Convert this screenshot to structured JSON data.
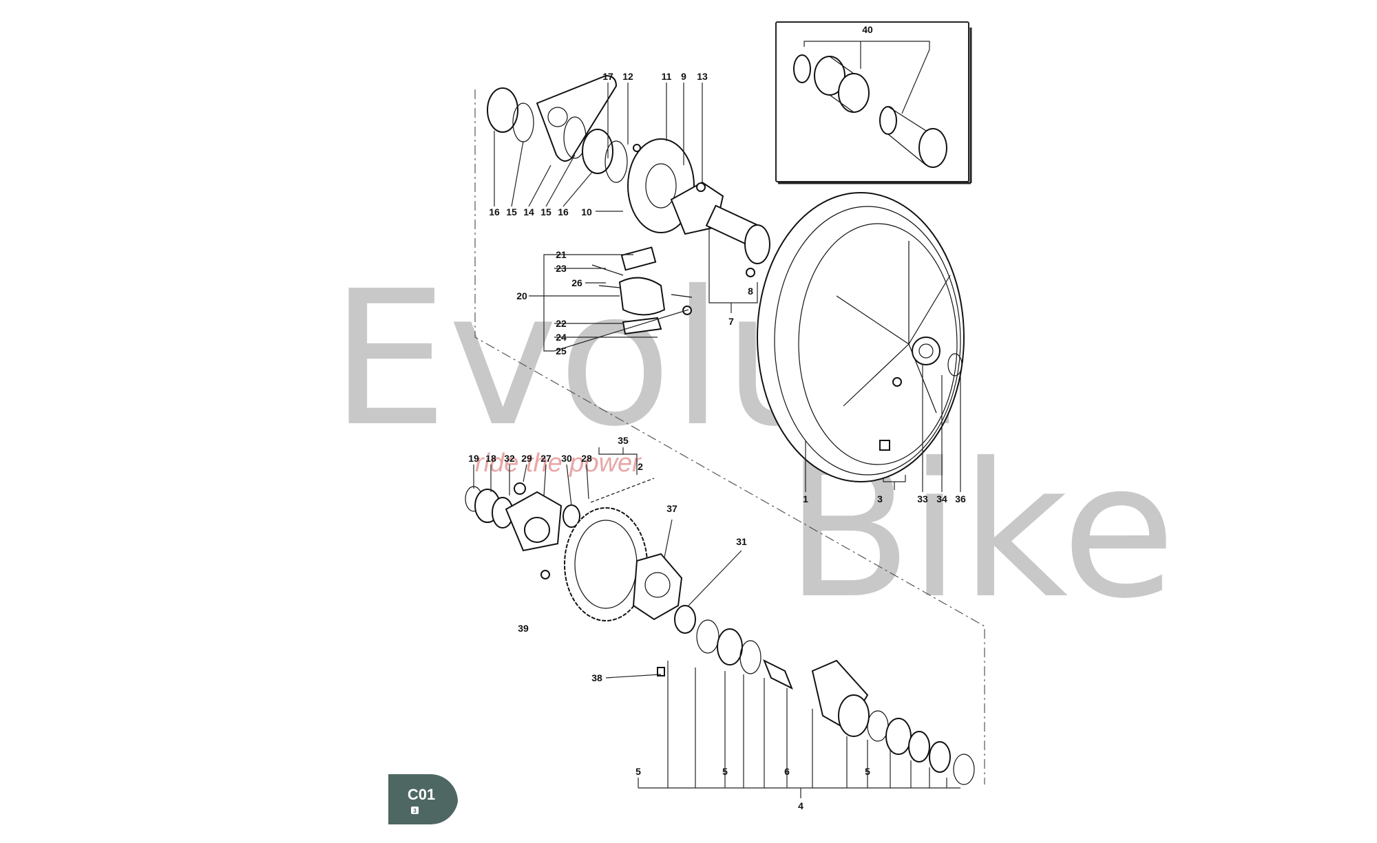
{
  "watermark": {
    "brand_part1": "Evoluti",
    "brand_part2": "n",
    "brand_part3": "B",
    "brand_part4": "ike",
    "slogan": "ride the power",
    "color": "#c8c8c8",
    "slogan_color": "#e8a6a6"
  },
  "badge": {
    "code": "C01",
    "sub": "3",
    "color": "#4f6763"
  },
  "callouts": [
    "40",
    "17",
    "12",
    "11",
    "9",
    "13",
    "16",
    "15",
    "14",
    "15",
    "16",
    "10",
    "21",
    "23",
    "26",
    "20",
    "8",
    "22",
    "24",
    "25",
    "7",
    "35",
    "2",
    "19",
    "18",
    "32",
    "29",
    "27",
    "30",
    "28",
    "37",
    "31",
    "39",
    "38",
    "1",
    "3",
    "33",
    "34",
    "36",
    "5",
    "5",
    "6",
    "5",
    "4"
  ]
}
